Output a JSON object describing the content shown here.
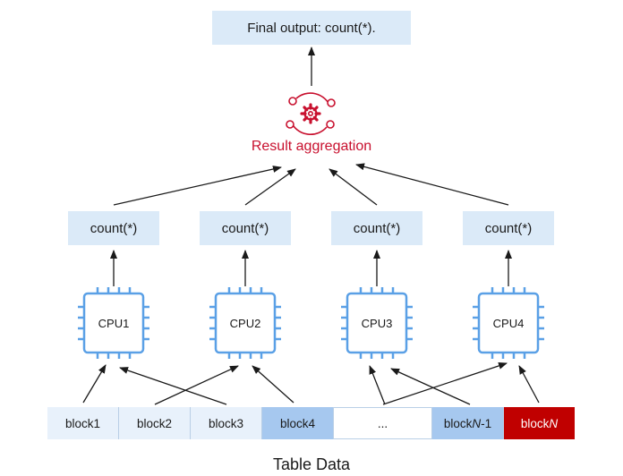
{
  "final_output": "Final output: count(*).",
  "aggregation_label": "Result aggregation",
  "count_boxes": [
    "count(*)",
    "count(*)",
    "count(*)",
    "count(*)"
  ],
  "cpus": [
    "CPU1",
    "CPU2",
    "CPU3",
    "CPU4"
  ],
  "blocks": [
    {
      "label": "block1"
    },
    {
      "label": "block2"
    },
    {
      "label": "block3"
    },
    {
      "label": "block4"
    },
    {
      "label": "..."
    },
    {
      "prefix": "block",
      "italic": "N",
      "suffix": "-1"
    },
    {
      "prefix": "block",
      "italic": "N",
      "suffix": ""
    }
  ],
  "table_label": "Table Data",
  "colors": {
    "box_fill": "#dbeaf8",
    "accent_red": "#c8102e",
    "block_light": "#e8f1fb",
    "block_mid": "#a6c8ef",
    "block_last": "#c00000",
    "cpu_stroke": "#5aa0e6"
  },
  "icons": {
    "aggregation": "gear-orbit-icon",
    "cpu": "cpu-chip-icon"
  }
}
